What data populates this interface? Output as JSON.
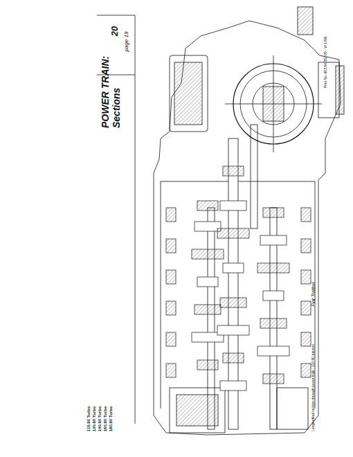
{
  "diagram": {
    "title": "POWER TRAIN: Sections",
    "caption": "Longitudinal section through power train - 115.90 tractors",
    "labels": [
      "20",
      "page 19",
      "115.90 Turbo",
      "130.90 Turbo",
      "140.90 Turbo",
      "160.90 Turbo",
      "180.90 Turbo",
      "Fiat Trattori",
      "Print No. 603.54.352.00 - VI 1996"
    ]
  }
}
